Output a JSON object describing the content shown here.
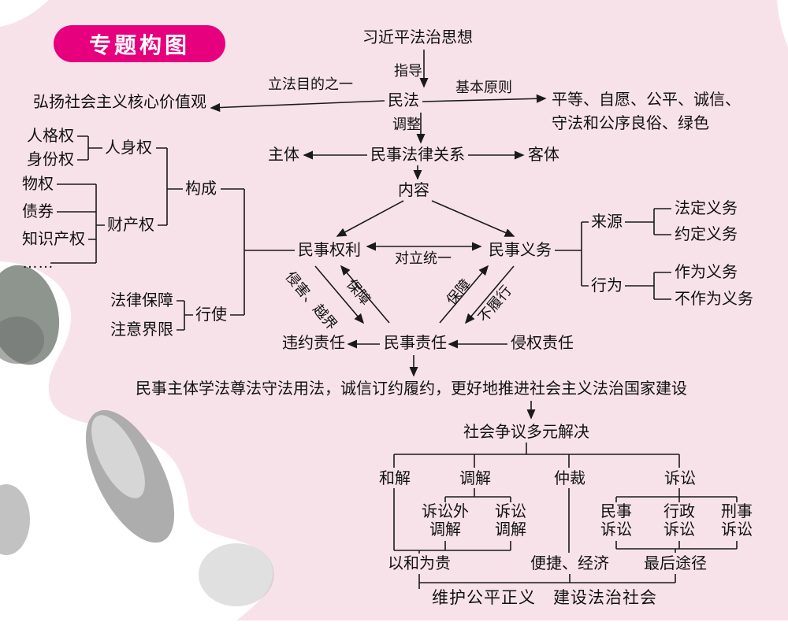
{
  "badge": {
    "label": "专题构图"
  },
  "colors": {
    "background": "#f8e2ea",
    "badge": "#e6007e",
    "line": "#1a1a1a"
  },
  "top": {
    "xi_thought": "习近平法治思想",
    "guidance": "指导",
    "civil_law": "民法",
    "legislative_purpose": "立法目的之一",
    "core_values": "弘扬社会主义核心价值观",
    "basic_principles": "基本原则",
    "principles": "平等、自愿、公平、诚信、\n守法和公序良俗、绿色",
    "adjust": "调整",
    "civil_legal_relation": "民事法律关系",
    "subject": "主体",
    "object": "客体",
    "content": "内容"
  },
  "rights_tree": {
    "personality_right": "人格权",
    "status_right": "身份权",
    "personal_right": "人身权",
    "real_right": "物权",
    "bond": "债券",
    "ip_right": "知识产权",
    "ellipsis": "……",
    "property_right": "财产权",
    "constitute": "构成",
    "legal_protection": "法律保障",
    "mind_boundary": "注意界限",
    "exercise": "行使"
  },
  "core": {
    "civil_rights": "民事权利",
    "unity_of_opposites": "对立统一",
    "civil_obligations": "民事义务",
    "infringe_cross": "侵害、越界",
    "safeguard_left": "保障",
    "safeguard_right": "保障",
    "non_performance": "不履行",
    "breach_liability": "违约责任",
    "civil_liability": "民事责任",
    "tort_liability": "侵权责任"
  },
  "obligations_tree": {
    "source": "来源",
    "statutory": "法定义务",
    "agreed": "约定义务",
    "behavior": "行为",
    "act": "作为义务",
    "omission": "不作为义务"
  },
  "summary": "民事主体学法尊法守法用法，诚信订约履约，更好地推进社会主义法治国家建设",
  "resolution": {
    "title": "社会争议多元解决",
    "reconciliation": "和解",
    "mediation": "调解",
    "arbitration": "仲裁",
    "litigation": "诉讼",
    "out_of_court_mediation": "诉讼外\n调解",
    "court_mediation": "诉讼\n调解",
    "civil_litigation": "民事\n诉讼",
    "administrative_litigation": "行政\n诉讼",
    "criminal_litigation": "刑事\n诉讼",
    "harmony_first": "以和为贵",
    "convenient_economical": "便捷、经济",
    "last_resort": "最后途径",
    "conclusion": "维护公平正义　建设法治社会"
  }
}
